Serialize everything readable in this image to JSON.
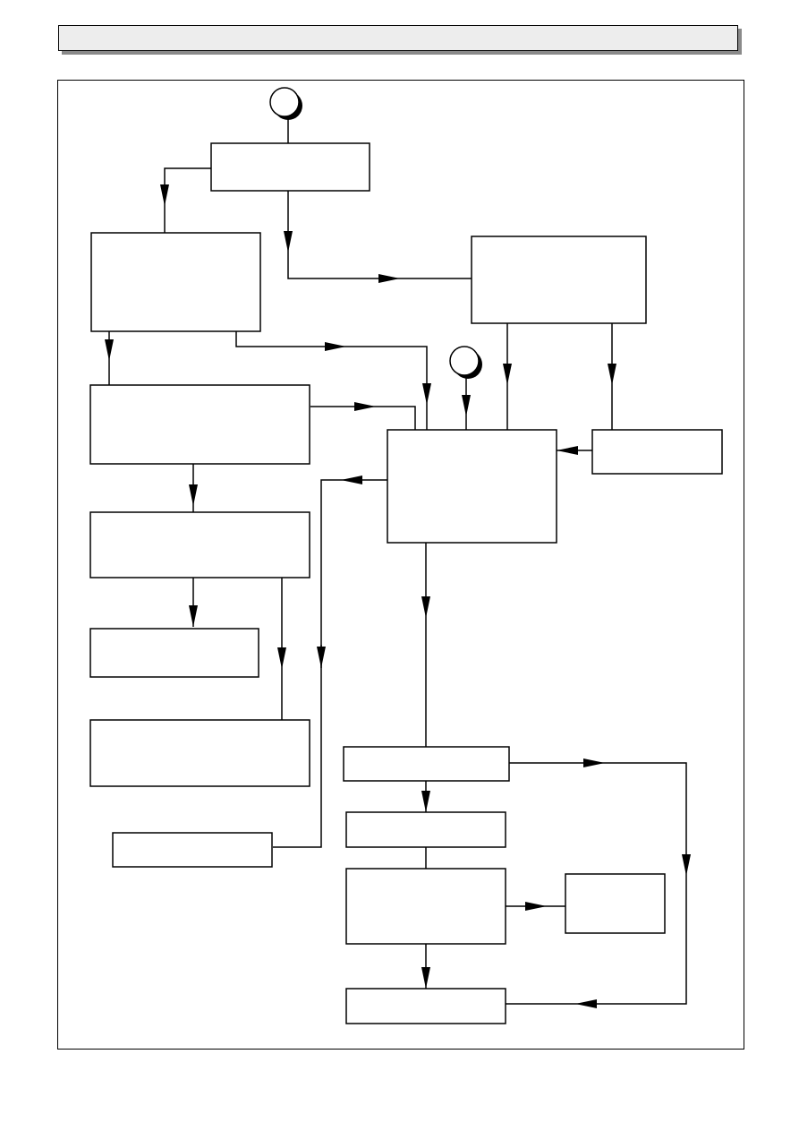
{
  "header": {
    "title": ""
  },
  "diagram": {
    "start_connectors": [
      {
        "id": "c1",
        "label": ""
      },
      {
        "id": "c2",
        "label": ""
      }
    ],
    "nodes": [
      {
        "id": "n-top",
        "text": ""
      },
      {
        "id": "n-left-1",
        "text": ""
      },
      {
        "id": "n-right-1",
        "text": ""
      },
      {
        "id": "n-left-2",
        "text": ""
      },
      {
        "id": "n-center",
        "text": ""
      },
      {
        "id": "n-side-right",
        "text": ""
      },
      {
        "id": "n-left-3",
        "text": ""
      },
      {
        "id": "n-left-4",
        "text": ""
      },
      {
        "id": "n-left-5",
        "text": ""
      },
      {
        "id": "n-left-6",
        "text": ""
      },
      {
        "id": "n-bottom-1",
        "text": ""
      },
      {
        "id": "n-bottom-2",
        "text": ""
      },
      {
        "id": "n-bottom-3",
        "text": ""
      },
      {
        "id": "n-bottom-side",
        "text": ""
      },
      {
        "id": "n-bottom-4",
        "text": ""
      }
    ]
  }
}
